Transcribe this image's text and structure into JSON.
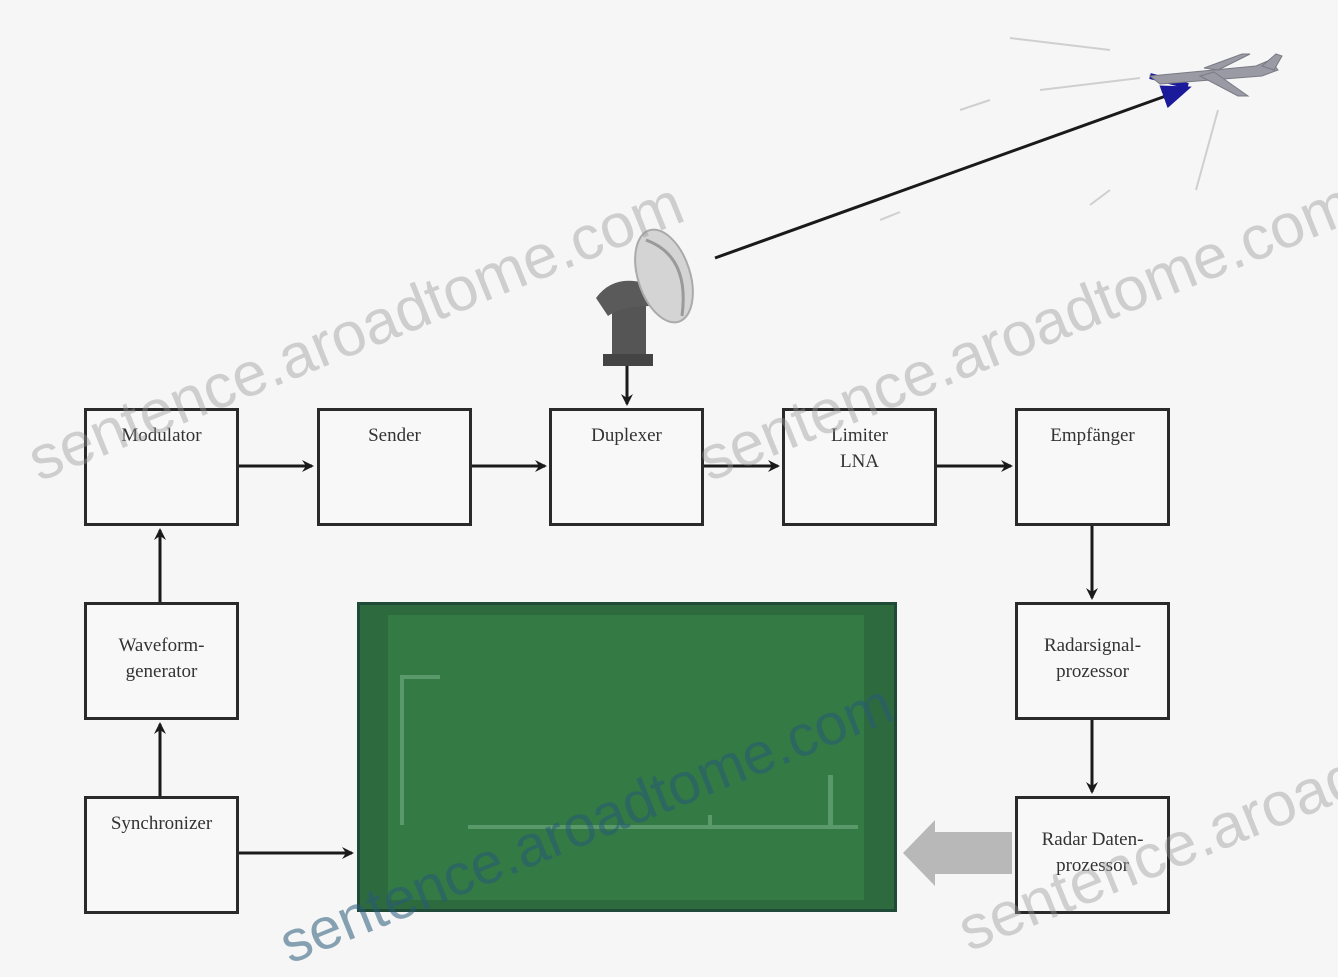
{
  "blocks": {
    "modulator": [
      "Modulator"
    ],
    "sender": [
      "Sender"
    ],
    "duplexer": [
      "Duplexer"
    ],
    "limiter": [
      "Limiter",
      "LNA"
    ],
    "receiver": [
      "Empfänger"
    ],
    "waveform": [
      "Waveform-",
      "generator"
    ],
    "synchronizer": [
      "Synchronizer"
    ],
    "signal_processor": [
      "Radarsignal-",
      "prozessor"
    ],
    "data_processor": [
      "Radar Daten-",
      "prozessor"
    ]
  },
  "watermark": "sentence.aroadtome.com",
  "colors": {
    "arrow": "#1a1a1a",
    "display": "#2d6b3f",
    "beam_arrow": "#1a1a9a"
  }
}
